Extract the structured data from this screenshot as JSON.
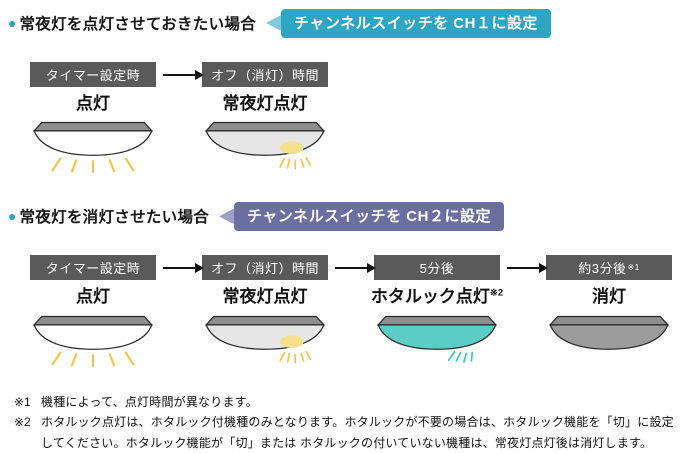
{
  "colors": {
    "bullet_teal": "#2ba4c4",
    "ch1_badge": "#2fa5c4",
    "ch1_badge_tail": "#7ec8dc",
    "ch2_badge": "#6b6f9f",
    "ch2_badge_tail": "#9ea1c4",
    "step_box_gray": "#5a5a5a",
    "lamp_cap_gray": "#8e8e8e",
    "lamp_on_white": "#ffffff",
    "lamp_night_gray": "#e6e6e6",
    "lamp_hotaluck_teal": "#5cccc6",
    "lamp_off_gray": "#9b9b9b",
    "ray_yellow": "#f0c64d",
    "glow_yellow": "#f6e08e",
    "ray_teal": "#3fc4bc"
  },
  "section1": {
    "bullet": "●",
    "heading": "常夜灯を点灯させておきたい場合",
    "badge": "チャンネルスイッチを CH１に設定",
    "steps": [
      {
        "box": "タイマー設定時",
        "label": "点灯",
        "lamp": "lit"
      },
      {
        "box": "オフ（消灯）時間",
        "label": "常夜灯点灯",
        "lamp": "night-light"
      }
    ]
  },
  "section2": {
    "bullet": "●",
    "heading": "常夜灯を消灯させたい場合",
    "badge": "チャンネルスイッチを CH２に設定",
    "steps": [
      {
        "box": "タイマー設定時",
        "label": "点灯",
        "lamp": "lit"
      },
      {
        "box": "オフ（消灯）時間",
        "label": "常夜灯点灯",
        "lamp": "night-light"
      },
      {
        "box": "5分後",
        "label": "ホタルック点灯",
        "label_sup": "※2",
        "lamp": "hotaluck"
      },
      {
        "box": "約3分後",
        "box_sup": "※1",
        "label": "消灯",
        "lamp": "off"
      }
    ]
  },
  "footnotes": [
    {
      "marker": "※1",
      "text": "機種によって、点灯時間が異なります。"
    },
    {
      "marker": "※2",
      "text": "ホタルック点灯は、ホタルック付機種のみとなります。ホタルックが不要の場合は、ホタルック機能を「切」に設定してください。ホタルック機能が「切」または ホタルックの付いていない機種は、常夜灯点灯後は消灯します。"
    }
  ]
}
